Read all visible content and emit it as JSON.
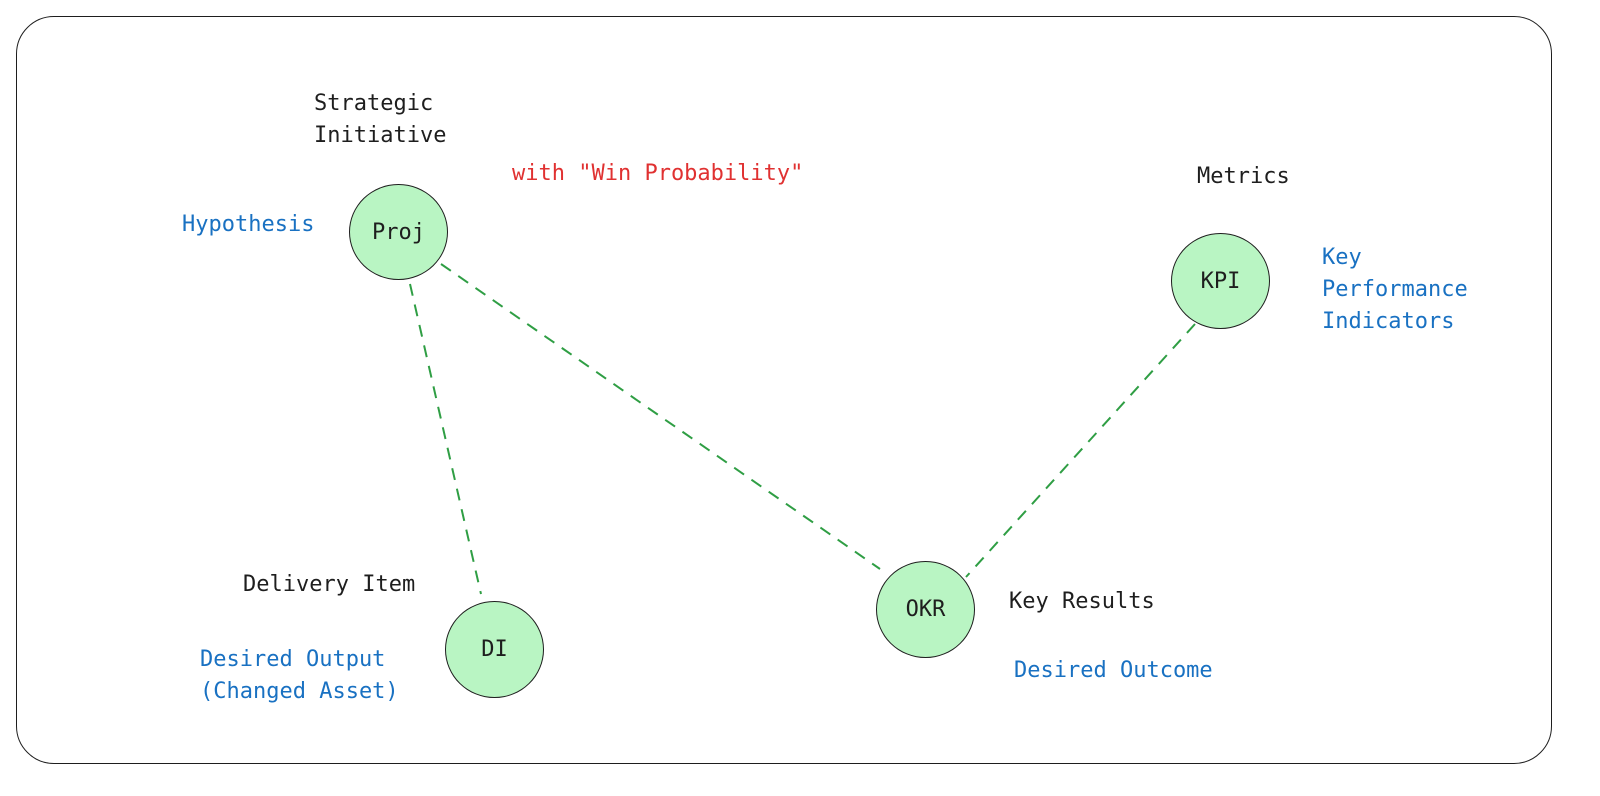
{
  "nodes": {
    "proj": "Proj",
    "di": "DI",
    "okr": "OKR",
    "kpi": "KPI"
  },
  "labels": {
    "strategic_line1": "Strategic",
    "strategic_line2": "Initiative",
    "win_probability": "with \"Win Probability\"",
    "hypothesis": "Hypothesis",
    "metrics": "Metrics",
    "kpi_desc_line1": "Key",
    "kpi_desc_line2": "Performance",
    "kpi_desc_line3": "Indicators",
    "delivery_item": "Delivery Item",
    "di_desc_line1": "Desired Output",
    "di_desc_line2": "(Changed Asset)",
    "key_results": "Key Results",
    "okr_desc": "Desired Outcome"
  },
  "colors": {
    "node_fill": "#b9f5c3",
    "edge": "#2f9e44",
    "blue_text": "#1971c2",
    "red_text": "#e03131",
    "dark_text": "#1e1e1e"
  },
  "edges": [
    {
      "from": "proj",
      "to": "di",
      "style": "dashed"
    },
    {
      "from": "proj",
      "to": "okr",
      "style": "dashed"
    },
    {
      "from": "kpi",
      "to": "okr",
      "style": "dashed"
    }
  ]
}
